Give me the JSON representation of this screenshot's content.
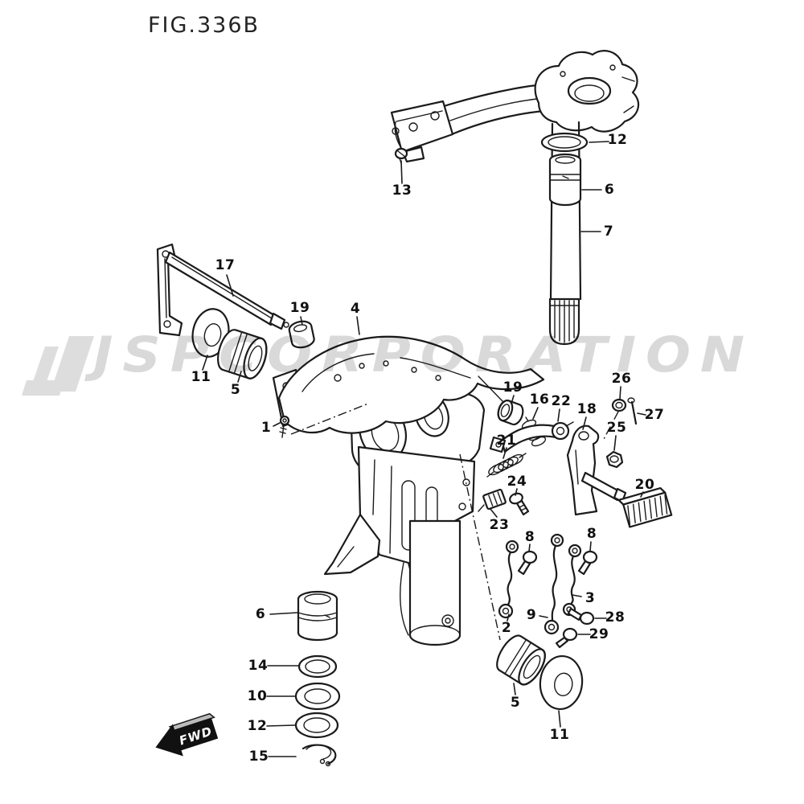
{
  "figure_title": "FIG.336B",
  "watermark_text": "JSPCORPORATION",
  "fwd_label": "FWD",
  "colors": {
    "line_art": "#1b1b1b",
    "label_text": "#101010",
    "watermark": "#d9d9d9",
    "background": "#ffffff",
    "fwd_arrow_fill": "#111111",
    "fwd_arrow_text": "#ffffff"
  },
  "part_labels": [
    "12",
    "6",
    "7",
    "13",
    "17",
    "19",
    "4",
    "11",
    "5",
    "1",
    "19",
    "16",
    "22",
    "18",
    "26",
    "27",
    "25",
    "21",
    "24",
    "23",
    "20",
    "8",
    "8",
    "3",
    "9",
    "28",
    "2",
    "29",
    "6",
    "14",
    "10",
    "12",
    "15",
    "5",
    "11"
  ]
}
